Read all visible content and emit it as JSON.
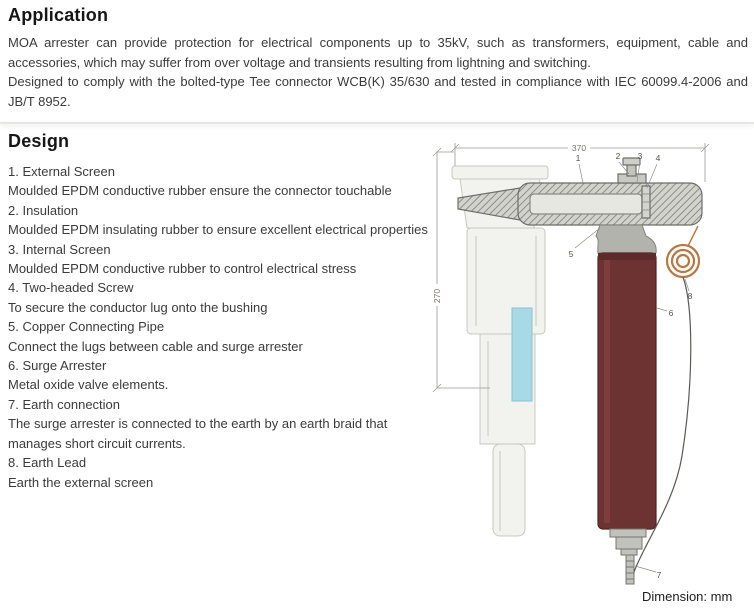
{
  "application": {
    "title": "Application",
    "p1": "MOA arrester can provide protection for electrical components up to 35kV, such as transformers, equipment, cable and accessories, which may suffer from over voltage and transients resulting from lightning and switching.",
    "p2": "Designed to comply with the bolted-type Tee connector WCB(K) 35/630 and tested in compliance with IEC 60099.4-2006 and JB/T 8952."
  },
  "design": {
    "title": "Design",
    "items": [
      {
        "title": "1. External Screen",
        "desc": "Moulded EPDM conductive rubber ensure the connector touchable"
      },
      {
        "title": "2. Insulation",
        "desc": "Moulded EPDM insulating rubber to ensure excellent electrical properties"
      },
      {
        "title": "3. Internal Screen",
        "desc": "Moulded EPDM conductive rubber to control electrical stress"
      },
      {
        "title": "4. Two-headed Screw",
        "desc": "To secure the conductor lug onto the bushing"
      },
      {
        "title": "5. Copper Connecting Pipe",
        "desc": "Connect the lugs between cable and surge arrester"
      },
      {
        "title": "6. Surge Arrester",
        "desc": "Metal oxide valve elements."
      },
      {
        "title": "7. Earth connection",
        "desc": "The surge arrester is connected to the earth by an earth braid that manages short circuit currents."
      },
      {
        "title": "8. Earth Lead",
        "desc": "Earth the external screen"
      }
    ]
  },
  "diagram": {
    "dim_width": "370",
    "dim_height": "270",
    "callouts": [
      "1",
      "2",
      "3",
      "4",
      "5",
      "6",
      "7",
      "8"
    ],
    "colors": {
      "arrester_body": "#6d3232",
      "insulator_core": "#a7d9e6",
      "coil": "#b97745"
    }
  },
  "footer": {
    "dimension_note": "Dimension: mm"
  }
}
